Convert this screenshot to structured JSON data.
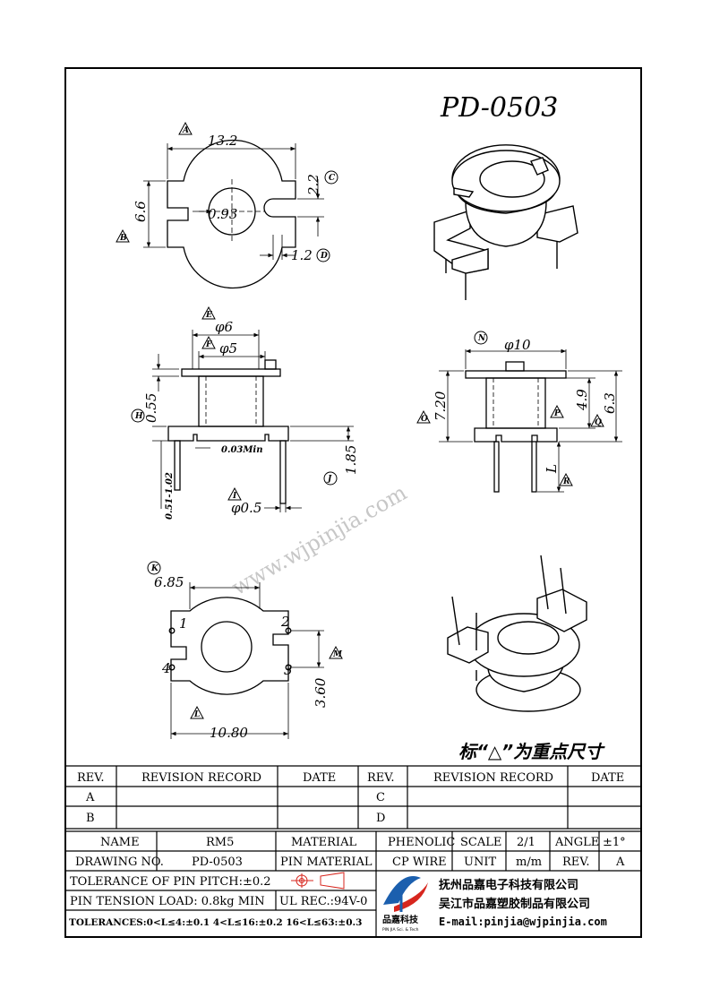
{
  "drawing": {
    "title": "PD-0503",
    "key_dimension_note": "标“△”为重点尺寸",
    "watermark": "www.wjpinjia.com"
  },
  "top_view": {
    "dim_width": "13.2",
    "dim_height": "6.6",
    "dim_slot": "2.2",
    "dim_hole": "0.93",
    "dim_tab": "1.2",
    "markers": {
      "a": "A",
      "b": "B",
      "c": "C",
      "d": "D"
    }
  },
  "side_view": {
    "dim_top": "φ6",
    "dim_inner": "φ5",
    "dim_flange": "0.55",
    "dim_gap": "0.03Min",
    "dim_pin_len": "1.85",
    "dim_pin_range": "0.51-1.02",
    "dim_pin_dia": "φ0.5",
    "markers": {
      "e": "E",
      "f": "F",
      "h": "H",
      "i": "I",
      "j": "J"
    }
  },
  "front_view": {
    "dim_width": "φ10",
    "dim_total_h": "7.20",
    "dim_body_h": "4.9",
    "dim_full_h": "6.3",
    "dim_pin_l": "L",
    "markers": {
      "n": "N",
      "o": "O",
      "p": "P",
      "q": "Q",
      "r": "R"
    }
  },
  "bottom_view": {
    "dim_top": "6.85",
    "dim_bottom": "10.80",
    "dim_pin_pitch": "3.60",
    "pins": [
      "1",
      "2",
      "3",
      "4"
    ],
    "markers": {
      "k": "K",
      "l": "L",
      "m": "M"
    }
  },
  "revision_table": {
    "headers": [
      "REV.",
      "REVISION RECORD",
      "DATE",
      "REV.",
      "REVISION RECORD",
      "DATE"
    ],
    "rows": [
      [
        "A",
        "",
        "",
        "C",
        "",
        ""
      ],
      [
        "B",
        "",
        "",
        "D",
        "",
        ""
      ]
    ]
  },
  "title_block": {
    "name_label": "NAME",
    "name_value": "RM5",
    "material_label": "MATERIAL",
    "material_value": "PHENOLIC",
    "scale_label": "SCALE",
    "scale_value": "2/1",
    "angle_label": "ANGLE",
    "angle_value": "±1°",
    "drawing_no_label": "DRAWING NO.",
    "drawing_no_value": "PD-0503",
    "pin_material_label": "PIN MATERIAL",
    "pin_material_value": "CP WIRE",
    "unit_label": "UNIT",
    "unit_value": "m/m",
    "rev_label": "REV.",
    "rev_value": "A",
    "pin_pitch_tolerance": "TOLERANCE OF PIN PITCH:±0.2",
    "pin_tension": "PIN TENSION LOAD: 0.8kg  MIN",
    "ul_rec": "UL REC.:94V-0",
    "tolerances": "TOLERANCES:0<L≤4:±0.1 4<L≤16:±0.2 16<L≤63:±0.3",
    "logo_name": "品嘉科技",
    "logo_sub": "PIN JIA Sci. & Tech",
    "company_1": "抚州品嘉电子科技有限公司",
    "company_2": "吴江市品嘉塑胶制品有限公司",
    "email": "E-mail:pinjia@wjpinjia.com"
  },
  "colors": {
    "ink": "#000000",
    "watermark": "#9a9a9a",
    "logo_blue": "#1b5fae",
    "logo_red": "#d7261e"
  }
}
